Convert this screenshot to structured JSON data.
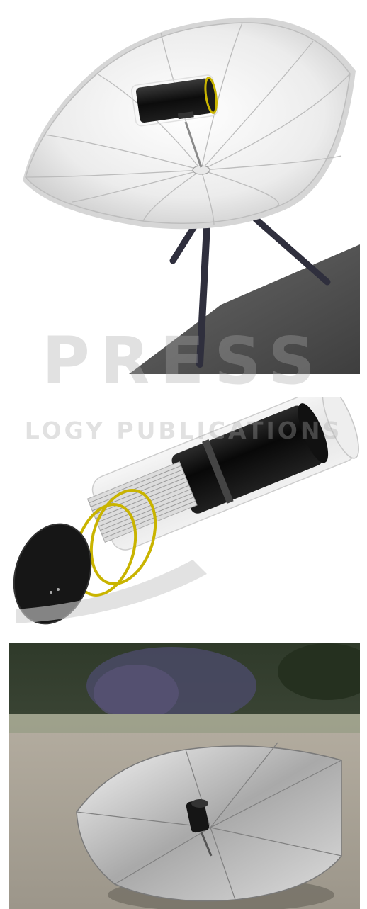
{
  "figure": {
    "panels": [
      {
        "id": "panel-top",
        "subject": "solar-concentrator-umbrella-render"
      },
      {
        "id": "panel-middle",
        "subject": "receiver-tube-exploded-render"
      },
      {
        "id": "panel-bottom",
        "subject": "umbrella-concentrator-photo"
      }
    ]
  },
  "watermark": {
    "line1": "PRESS",
    "line2": "LOGY PUBLICATIONS"
  },
  "colors": {
    "shadow": "#5a5a5a",
    "tripod": "#2f2f3d",
    "receiver": "#111111",
    "ring": "#c9b400",
    "umbrella_light": "#f2f2f2",
    "umbrella_dark": "#cfcfcf"
  }
}
